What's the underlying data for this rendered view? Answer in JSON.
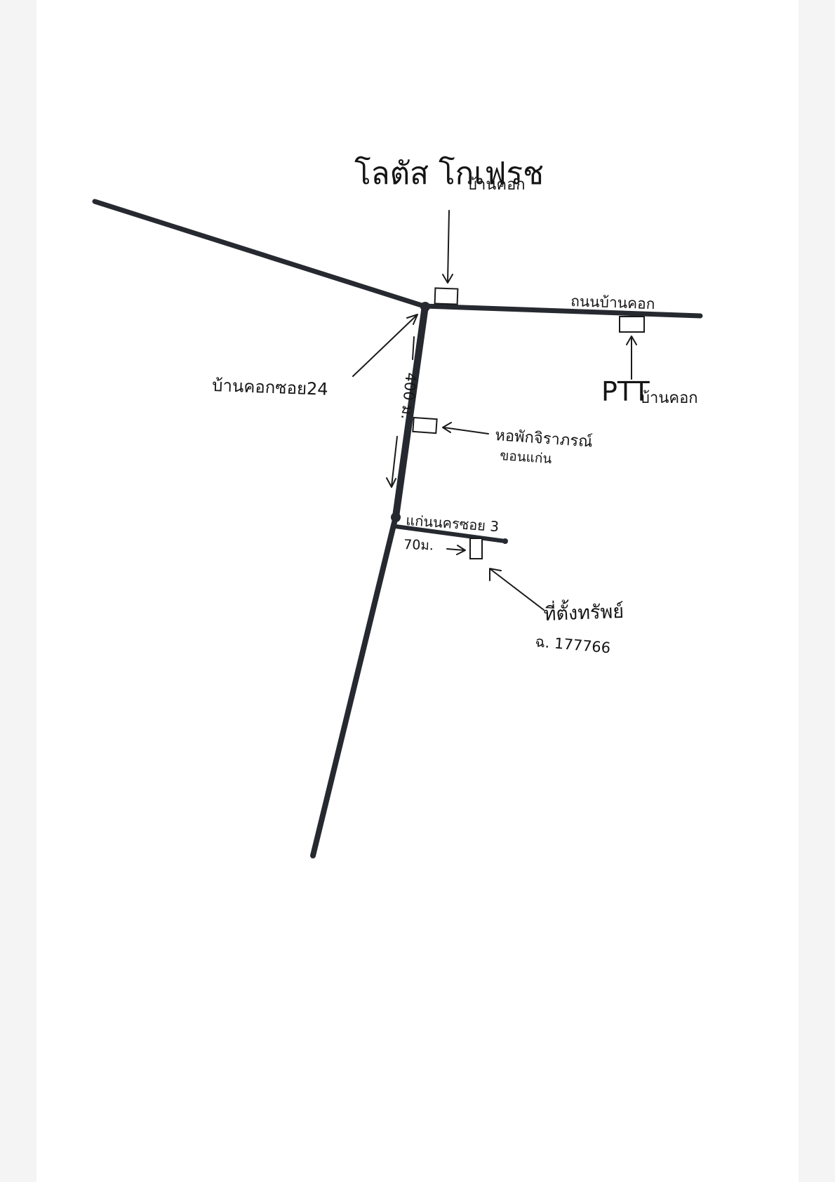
{
  "landmarks": {
    "lotus": {
      "name": "โลตัส โกเฟรช",
      "area": "บ้านคอก"
    },
    "road_main": {
      "label": "ถนนบ้านคอก"
    },
    "ptt": {
      "name": "PTT",
      "area": "บ้านคอก"
    },
    "soi24": {
      "label": "บ้านคอกซอย24"
    },
    "dorm": {
      "line1": "หอพักจิราภรณ์",
      "line2": "ขอนแก่น"
    },
    "soi3": {
      "label": "แก่นนครซอย 3"
    },
    "property": {
      "line1": "ที่ตั้งทรัพย์",
      "line2": "ฉ. 177766"
    }
  },
  "distances": {
    "main_branch": "400 ม.",
    "side_soi": "70ม."
  },
  "colors": {
    "road": "#262a30",
    "ink": "#151515",
    "paper": "#ffffff"
  }
}
